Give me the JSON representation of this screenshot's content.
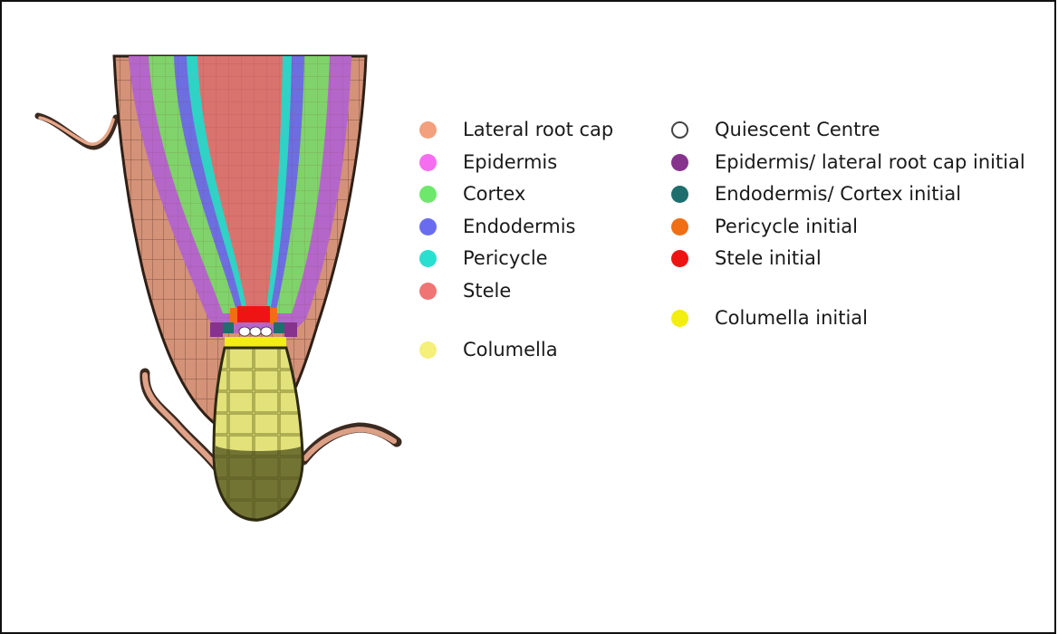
{
  "legend_left": [
    {
      "label": "Lateral root cap",
      "color": "#f2a07e",
      "icon": "lateral-root-cap-swatch"
    },
    {
      "label": "Epidermis",
      "color": "#f56ef0",
      "icon": "epidermis-swatch"
    },
    {
      "label": "Cortex",
      "color": "#6ee86a",
      "icon": "cortex-swatch"
    },
    {
      "label": "Endodermis",
      "color": "#6a6cf0",
      "icon": "endodermis-swatch"
    },
    {
      "label": "Pericycle",
      "color": "#28e0cf",
      "icon": "pericycle-swatch"
    },
    {
      "label": "Stele",
      "color": "#f07474",
      "icon": "stele-swatch"
    },
    {
      "label": "Columella",
      "color": "#f4f07a",
      "icon": "columella-swatch"
    }
  ],
  "legend_right": [
    {
      "label": "Quiescent Centre",
      "color": "#ffffff",
      "icon": "quiescent-centre-swatch"
    },
    {
      "label": "Epidermis/ lateral root cap initial",
      "color": "#86338e",
      "icon": "epidermis-lrc-initial-swatch"
    },
    {
      "label": "Endodermis/ Cortex initial",
      "color": "#1e6e6e",
      "icon": "endodermis-cortex-initial-swatch"
    },
    {
      "label": "Pericycle initial",
      "color": "#f06e14",
      "icon": "pericycle-initial-swatch"
    },
    {
      "label": "Stele initial",
      "color": "#ee1414",
      "icon": "stele-initial-swatch"
    },
    {
      "label": "Columella initial",
      "color": "#f2ee10",
      "icon": "columella-initial-swatch"
    }
  ]
}
